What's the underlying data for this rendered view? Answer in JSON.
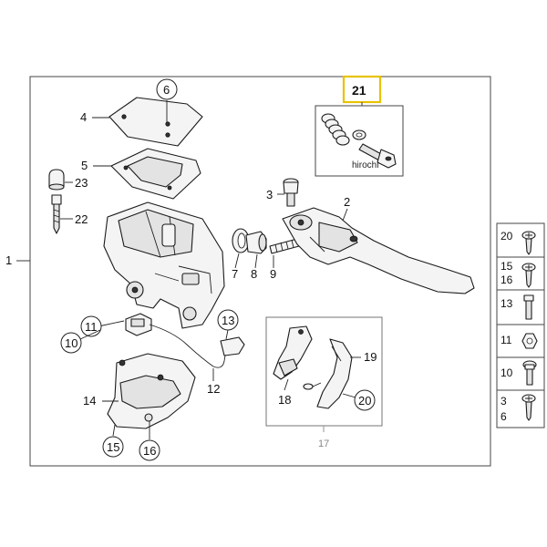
{
  "callouts": {
    "c1": "1",
    "c2": "2",
    "c3": "3",
    "c4": "4",
    "c5": "5",
    "c6": "6",
    "c7": "7",
    "c8": "8",
    "c9": "9",
    "c10": "10",
    "c11": "11",
    "c12": "12",
    "c13": "13",
    "c14": "14",
    "c15": "15",
    "c16": "16",
    "c17": "17",
    "c18": "18",
    "c19": "19",
    "c20": "20",
    "c21": "21",
    "c22": "22",
    "c23": "23"
  },
  "highlight": {
    "label": "21",
    "color": "#e8c200"
  },
  "watermark": "hirochi",
  "legend": [
    {
      "label": "20",
      "icon": "screw-phillips-flat-icon"
    },
    {
      "label": "15\n16",
      "icon": "screw-phillips-pan-icon"
    },
    {
      "label": "13",
      "icon": "bolt-hex-socket-icon"
    },
    {
      "label": "11",
      "icon": "hex-nut-icon"
    },
    {
      "label": "10",
      "icon": "hex-bolt-washer-icon"
    },
    {
      "label": "3\n6",
      "icon": "screw-phillips-round-icon"
    }
  ],
  "legend_lines": {
    "l0": [
      "20"
    ],
    "l1": [
      "15",
      "16"
    ],
    "l2": [
      "13"
    ],
    "l3": [
      "11"
    ],
    "l4": [
      "10"
    ],
    "l5": [
      "3",
      "6"
    ]
  }
}
